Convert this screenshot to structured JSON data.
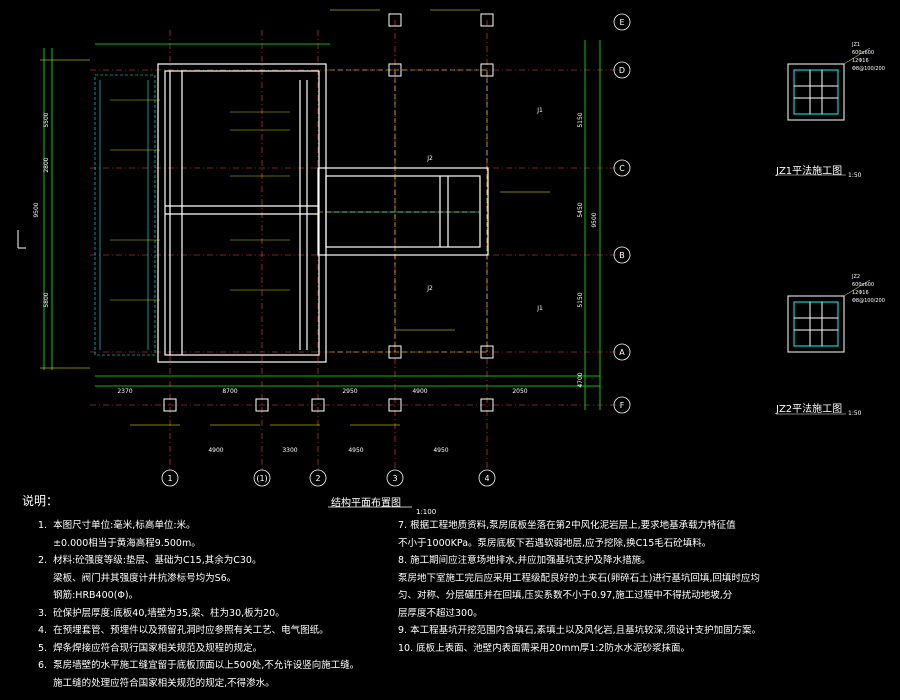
{
  "drawing": {
    "title": "结构平面布置图",
    "scale": "1:100",
    "axes_letters": [
      "E",
      "D",
      "C",
      "B",
      "A",
      "F"
    ],
    "axes_numbers": [
      "1",
      "(1)",
      "2",
      "3",
      "4"
    ],
    "dims_bottom_1": [
      "2370",
      "8700",
      "2950",
      "4900",
      "2050"
    ],
    "dims_bottom_2": [
      "4900",
      "3300",
      "4950",
      "4950"
    ],
    "dims_right": [
      "5150",
      "5450",
      "5150",
      "4700",
      "9500"
    ],
    "dims_left": [
      "5500",
      "2800",
      "5800",
      "9500"
    ],
    "beam_labels": [
      "J2",
      "J2",
      "J1",
      "J1"
    ]
  },
  "details": [
    {
      "title": "JZ1平法施工图",
      "scale": "1:50",
      "tag": "JZ1",
      "spec": "600x600",
      "bars": "12Φ16",
      "ties": "Φ8@100/200"
    },
    {
      "title": "JZ2平法施工图",
      "scale": "1:50",
      "tag": "JZ2",
      "spec": "600x600",
      "bars": "12Φ16",
      "ties": "Φ8@100/200"
    }
  ],
  "notes_title": "说明：",
  "notes": [
    "1.  本图尺寸单位:毫米,标高单位:米。",
    "     ±0.000相当于黄海高程9.500m。",
    "2.  材料:砼强度等级:垫层、基础为C15,其余为C30。",
    "     梁板、阀门井其强度计井抗渗标号均为S6。",
    "     钢筋:HRB400(Φ)。",
    "3.  砼保护层厚度:底板40,墙壁为35,梁、柱为30,板为20。",
    "4.  在预埋套管、预埋件以及预留孔洞时应参照有关工艺、电气图纸。",
    "5.  焊条焊接应符合现行国家相关规范及规程的规定。",
    "6.  泵房墙壁的水平施工缝宜留于底板顶面以上500处,不允许设竖向施工缝。",
    "     施工缝的处理应符合国家相关规范的规定,不得渗水。",
    "7.  根据工程地质资料,泵房底板坐落在第2中风化泥岩层上,要求地基承载力特征值",
    "     不小于1000KPa。泵房底板下若遇软弱地层,应予挖除,换C15毛石砼填料。",
    "8.  施工期间应注意场地排水,并应加强基坑支护及降水措施。",
    "     泵房地下室施工完后应采用工程级配良好的土夹石(卵碎石土)进行基坑回填,回填时应均",
    "     匀、对称、分层碾压并在回填,压实系数不小于0.97,施工过程中不得扰动地坡,分",
    "     层厚度不超过300。",
    "9.  本工程基坑开挖范围内含填石,素填土以及风化岩,且基坑较深,须设计支护加固方案。",
    "10.  底板上表面、池壁内表面需采用20mm厚1:2防水水泥砂浆抹面。"
  ],
  "colors": {
    "line": "#ffffff",
    "accent": "#ffff00",
    "cyan": "#00ffff",
    "green": "#00ff00",
    "red": "#ff4040"
  }
}
